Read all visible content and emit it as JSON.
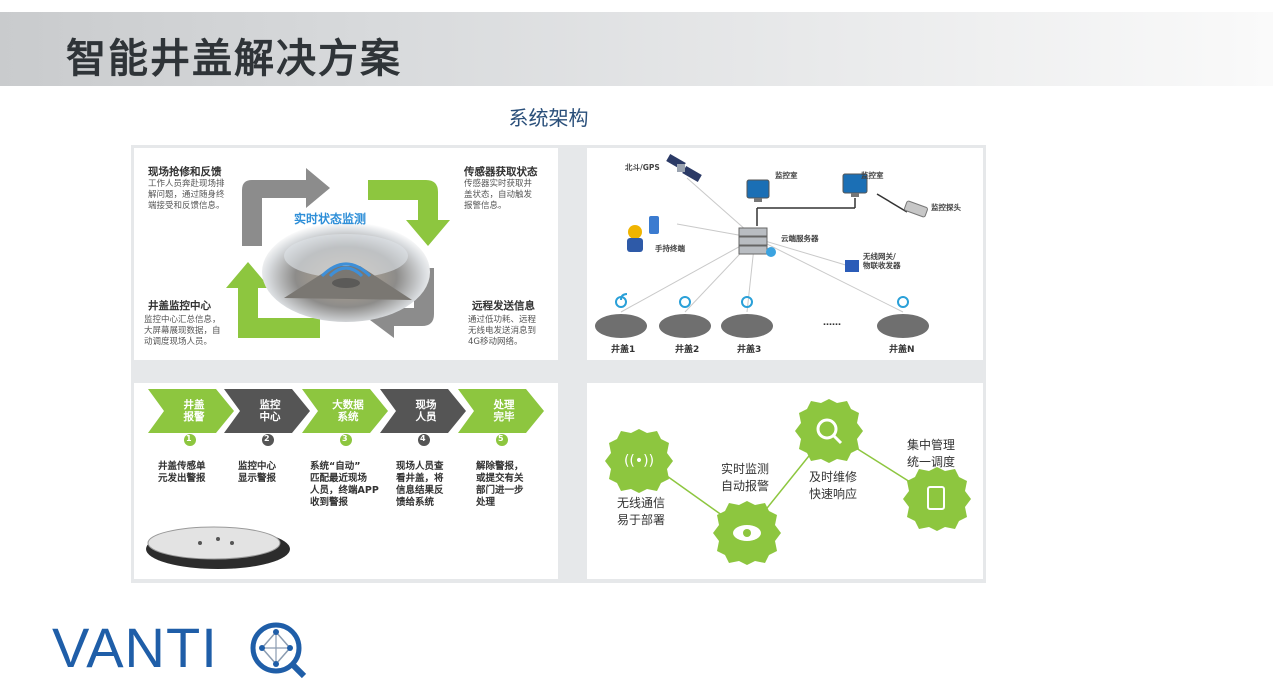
{
  "header": {
    "title": "智能井盖解决方案"
  },
  "subtitle": "系统架构",
  "panel_cycle": {
    "center": "实时状态监测",
    "blocks": [
      {
        "title": "现场抢修和反馈",
        "lines": [
          "工作人员奔赴现场排",
          "解问题，通过随身终",
          "端接受和反馈信息。"
        ]
      },
      {
        "title": "传感器获取状态",
        "lines": [
          "传感器实时获取井",
          "盖状态，自动触发",
          "报警信息。"
        ]
      },
      {
        "title": "井盖监控中心",
        "lines": [
          "监控中心汇总信息，",
          "大屏幕展现数据，自",
          "动调度现场人员。"
        ]
      },
      {
        "title": "远程发送信息",
        "lines": [
          "通过低功耗、远程",
          "无线电发送消息到",
          "4G移动网络。"
        ]
      }
    ]
  },
  "panel_network": {
    "gps": "北斗/GPS",
    "monitor1": "监控室",
    "monitor2": "监控室",
    "camera": "监控探头",
    "terminal": "手持终端",
    "server": "云端服务器",
    "gateway_line1": "无线网关/",
    "gateway_line2": "物联收发器",
    "covers": [
      "井盖1",
      "井盖2",
      "井盖3",
      "井盖N"
    ],
    "dots": "……"
  },
  "panel_flow": {
    "steps": [
      {
        "line1": "井盖",
        "line2": "报警",
        "num": "1",
        "desc": [
          "井盖传感单",
          "元发出警报"
        ]
      },
      {
        "line1": "监控",
        "line2": "中心",
        "num": "2",
        "desc": [
          "监控中心",
          "显示警报"
        ]
      },
      {
        "line1": "大数据",
        "line2": "系统",
        "num": "3",
        "desc": [
          "系统“自动”",
          "匹配最近现场",
          "人员，终端APP",
          "收到警报"
        ]
      },
      {
        "line1": "现场",
        "line2": "人员",
        "num": "4",
        "desc": [
          "现场人员查",
          "看井盖，将",
          "信息结果反",
          "馈给系统"
        ]
      },
      {
        "line1": "处理",
        "line2": "完毕",
        "num": "5",
        "desc": [
          "解除警报，",
          "或提交有关",
          "部门进一步",
          "处理"
        ]
      }
    ]
  },
  "panel_features": {
    "items": [
      {
        "lines": [
          "无线通信",
          "易于部署"
        ]
      },
      {
        "lines": [
          "实时监测",
          "自动报警"
        ]
      },
      {
        "lines": [
          "及时维修",
          "快速响应"
        ]
      },
      {
        "lines": [
          "集中管理",
          "统一调度"
        ]
      }
    ]
  },
  "logo": {
    "text": "VANTI"
  },
  "colors": {
    "green": "#8dc63f",
    "gray_arrow": "#8c8c8c",
    "blue_logo": "#1f5ea8",
    "dark_arrow": "#5a5a5a"
  }
}
